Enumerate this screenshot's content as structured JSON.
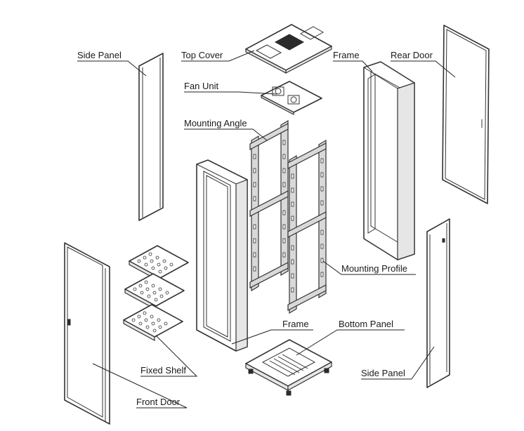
{
  "labels": {
    "side_panel_left": "Side Panel",
    "top_cover": "Top Cover",
    "fan_unit": "Fan Unit",
    "mounting_angle": "Mounting Angle",
    "frame_rear": "Frame",
    "rear_door": "Rear Door",
    "mounting_profile": "Mounting Profile",
    "frame_front": "Frame",
    "bottom_panel": "Bottom Panel",
    "fixed_shelf": "Fixed Shelf",
    "front_door": "Front Door",
    "side_panel_right": "Side Panel"
  }
}
